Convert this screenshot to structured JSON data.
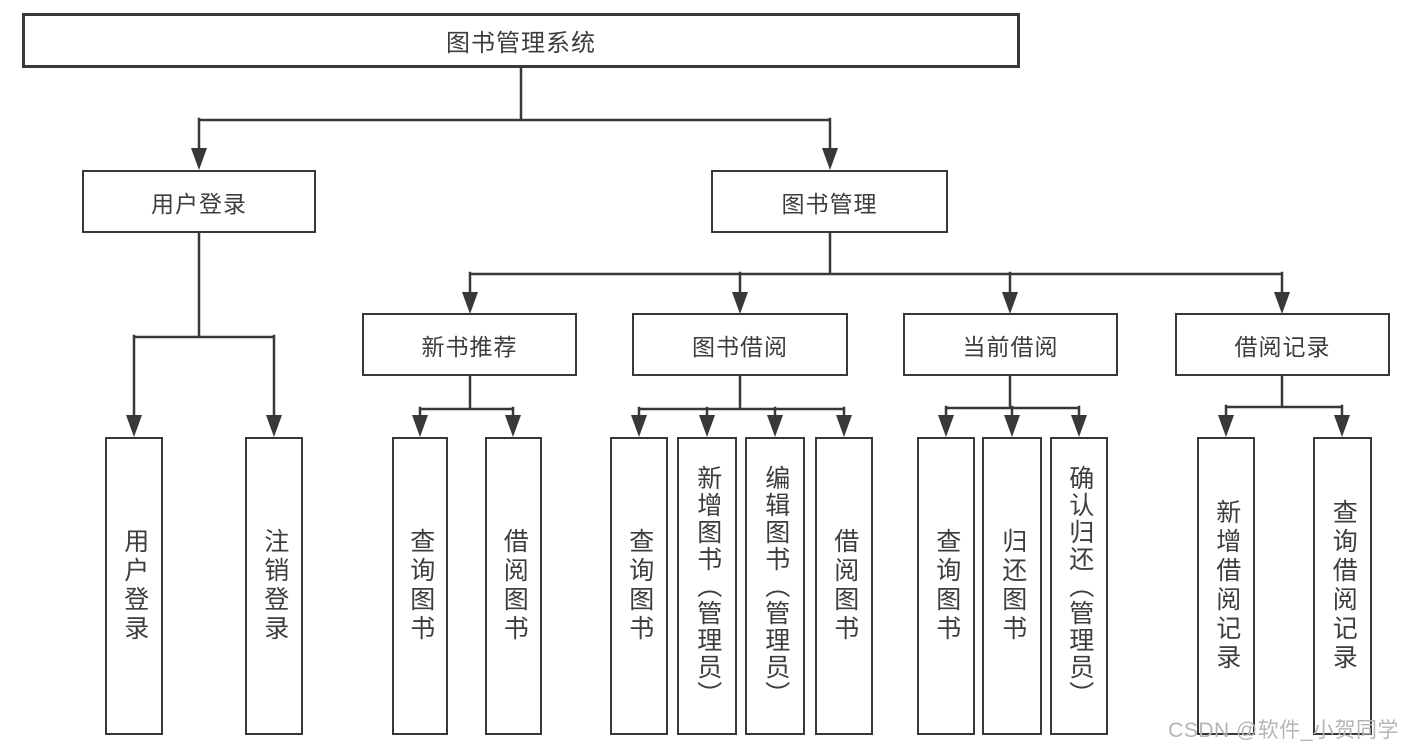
{
  "diagram": {
    "title": "图书管理系统",
    "colors": {
      "line": "#383838",
      "text": "#3d3d3d",
      "watermark": "#b5b5b5",
      "background": "#ffffff"
    },
    "root": {
      "label": "图书管理系统"
    },
    "level2": [
      {
        "label": "用户登录"
      },
      {
        "label": "图书管理"
      }
    ],
    "level3": [
      {
        "label": "新书推荐"
      },
      {
        "label": "图书借阅"
      },
      {
        "label": "当前借阅"
      },
      {
        "label": "借阅记录"
      }
    ],
    "leaves": {
      "user": [
        "用户登录",
        "注销登录"
      ],
      "newbooks": [
        "查询图书",
        "借阅图书"
      ],
      "bookborrow": [
        "查询图书",
        "新增图书（管理员）",
        "编辑图书（管理员）",
        "借阅图书"
      ],
      "currentborrow": [
        "查询图书",
        "归还图书",
        "确认归还（管理员）"
      ],
      "records": [
        "新增借阅记录",
        "查询借阅记录"
      ]
    },
    "watermark": "CSDN @软件_小贺同学"
  }
}
